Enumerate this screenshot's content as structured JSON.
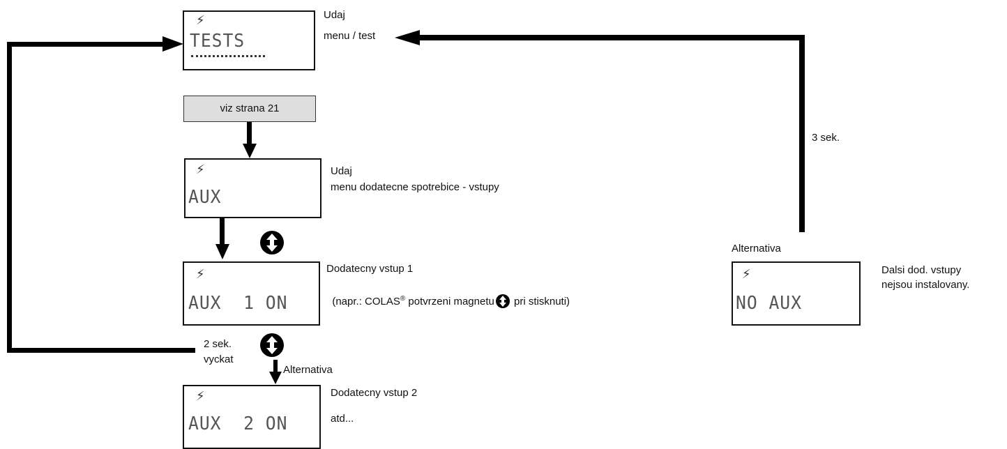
{
  "screens": {
    "tests": {
      "bolt": "⚡",
      "text": "TESTS"
    },
    "aux": {
      "bolt": "⚡",
      "text": "AUX"
    },
    "aux1": {
      "bolt": "⚡",
      "text": "AUX  1 ON"
    },
    "aux2": {
      "bolt": "⚡",
      "text": "AUX  2 ON"
    },
    "noaux": {
      "bolt": "⚡",
      "text": "NO AUX"
    }
  },
  "button": {
    "label": "viz strana 21"
  },
  "labels": {
    "tests_line1": "Udaj",
    "tests_line2": "menu / test",
    "aux_line1": "Udaj",
    "aux_line2": "menu dodatecne spotrebice - vstupy",
    "aux1_line1": "Dodatecny vstup 1",
    "aux1_line2_a": "(napr.: COLAS",
    "aux1_reg": "®",
    "aux1_line2_b": " potvrzeni magnetu",
    "aux1_line2_c": " pri stisknuti)",
    "aux2_line1": "Dodatecny vstup 2",
    "aux2_line2": "atd...",
    "wait_line1": "2 sek.",
    "wait_line2": "vyckat",
    "alternativa_bottom": "Alternativa",
    "alternativa_right": "Alternativa",
    "three_sec": "3 sek.",
    "noaux_line1": "Dalsi dod. vstupy",
    "noaux_line2": "nejsou instalovany."
  },
  "colors": {
    "line": "#000000",
    "button_fill": "#dedede"
  },
  "icons": {
    "updown": "updown-arrow-icon",
    "bolt": "lightning-icon"
  }
}
